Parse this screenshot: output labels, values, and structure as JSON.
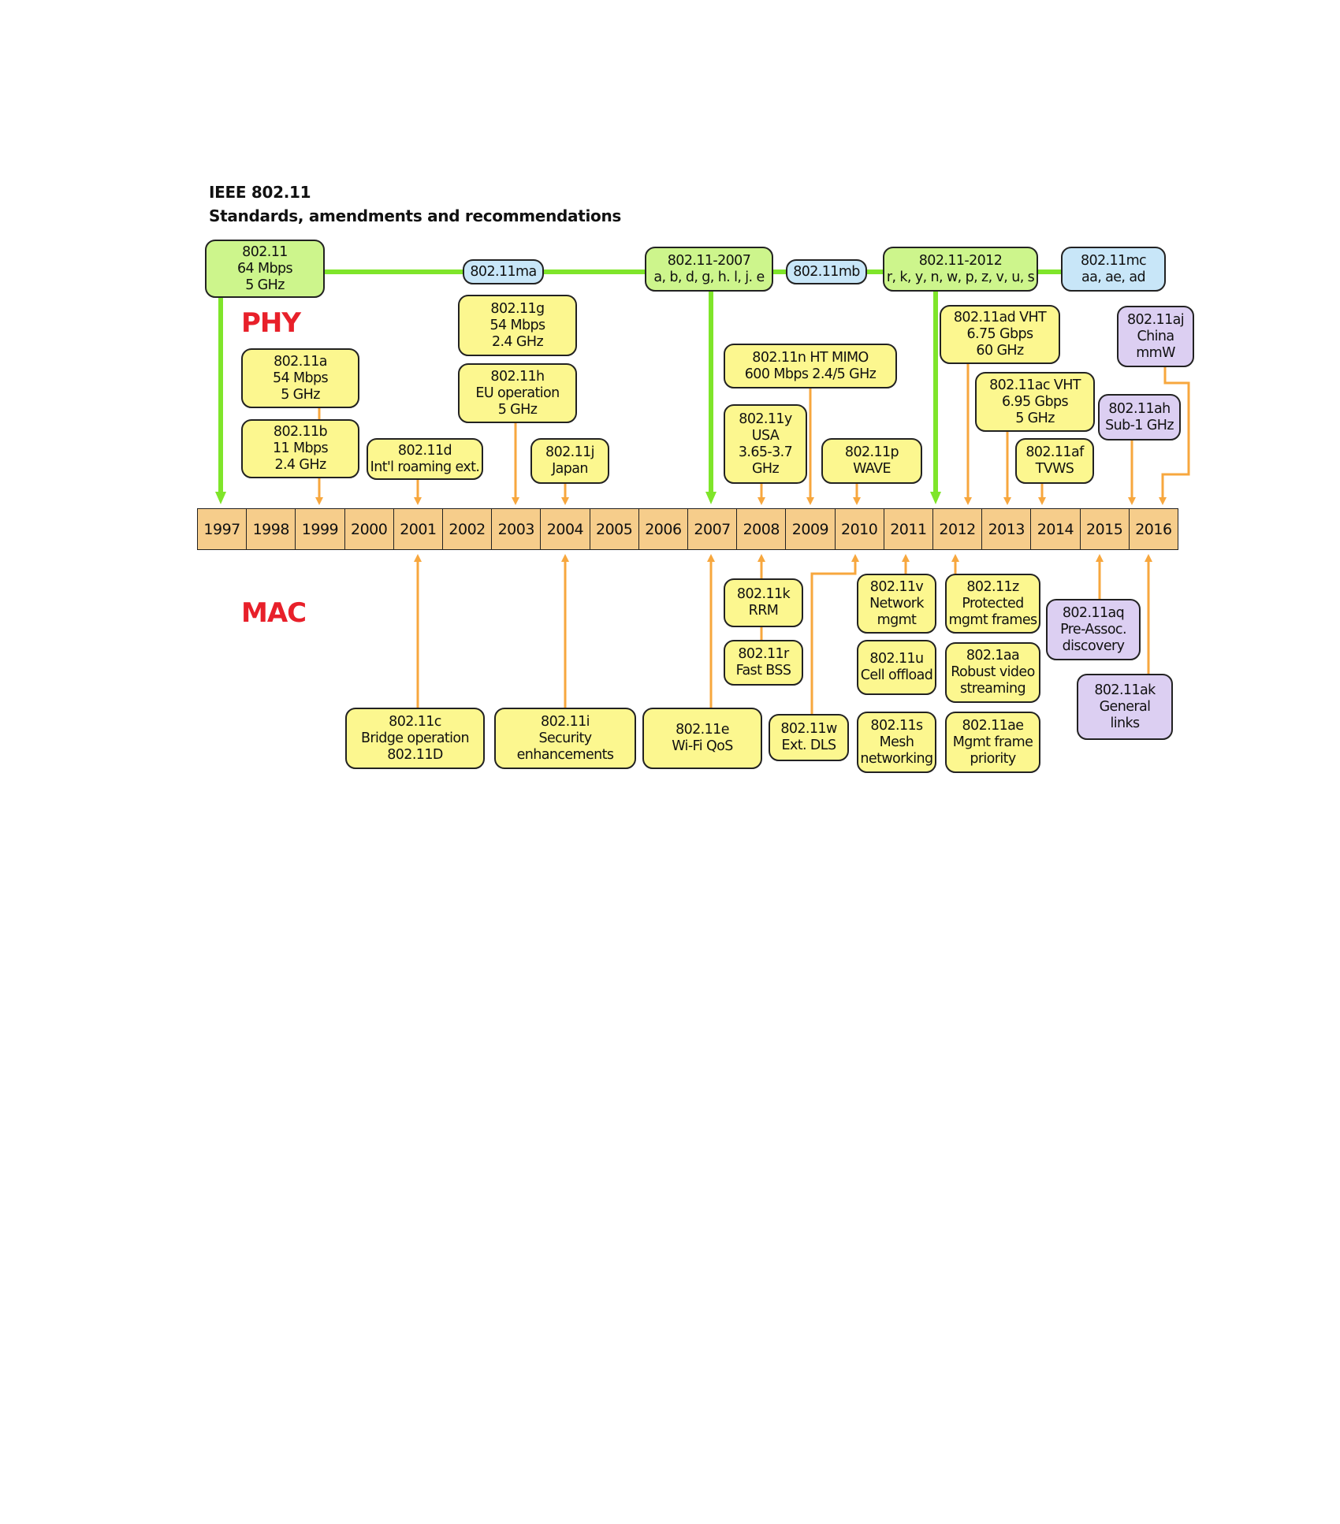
{
  "title": {
    "line1": "IEEE 802.11",
    "line2": "Standards, amendments and recommendations"
  },
  "section_labels": {
    "phy": "PHY",
    "mac": "MAC"
  },
  "colors": {
    "year_fill": "#f6cd8b",
    "yellow_box": "#fcf78f",
    "green_box": "#cdf58c",
    "blue_box": "#c8e6f8",
    "purple_box": "#dccff2",
    "green_line": "#7fe52a",
    "orange_line": "#f7a73e",
    "label_red": "#e8202a"
  },
  "years": [
    "1997",
    "1998",
    "1999",
    "2000",
    "2001",
    "2002",
    "2003",
    "2004",
    "2005",
    "2006",
    "2007",
    "2008",
    "2009",
    "2010",
    "2011",
    "2012",
    "2013",
    "2014",
    "2015",
    "2016"
  ],
  "boxes": {
    "s80211": {
      "lines": [
        "802.11",
        "64 Mbps",
        "5 GHz"
      ]
    },
    "s80211ma": {
      "lines": [
        "802.11ma"
      ]
    },
    "s2007": {
      "lines": [
        "802.11-2007",
        "a, b, d, g, h. l, j. e"
      ]
    },
    "s80211mb": {
      "lines": [
        "802.11mb"
      ]
    },
    "s2012": {
      "lines": [
        "802.11-2012",
        "r, k, y, n, w, p, z, v, u, s"
      ]
    },
    "s80211mc": {
      "lines": [
        "802.11mc",
        "aa, ae, ad"
      ]
    },
    "s80211a": {
      "lines": [
        "802.11a",
        "54 Mbps",
        "5 GHz"
      ]
    },
    "s80211b": {
      "lines": [
        "802.11b",
        "11 Mbps",
        "2.4 GHz"
      ]
    },
    "s80211d": {
      "lines": [
        "802.11d",
        "Int'l roaming ext."
      ]
    },
    "s80211g": {
      "lines": [
        "802.11g",
        "54 Mbps",
        "2.4 GHz"
      ]
    },
    "s80211h": {
      "lines": [
        "802.11h",
        "EU operation",
        "5 GHz"
      ]
    },
    "s80211j": {
      "lines": [
        "802.11j",
        "Japan"
      ]
    },
    "s80211n": {
      "lines": [
        "802.11n HT MIMO",
        "600 Mbps 2.4/5 GHz"
      ]
    },
    "s80211y": {
      "lines": [
        "802.11y",
        "USA",
        "3.65-3.7",
        "GHz"
      ]
    },
    "s80211p": {
      "lines": [
        "802.11p",
        "WAVE"
      ]
    },
    "s80211ad": {
      "lines": [
        "802.11ad VHT",
        "6.75 Gbps",
        "60 GHz"
      ]
    },
    "s80211ac": {
      "lines": [
        "802.11ac VHT",
        "6.95 Gbps",
        "5 GHz"
      ]
    },
    "s80211af": {
      "lines": [
        "802.11af",
        "TVWS"
      ]
    },
    "s80211aj": {
      "lines": [
        "802.11aj",
        "China",
        "mmW"
      ]
    },
    "s80211ah": {
      "lines": [
        "802.11ah",
        "Sub-1 GHz"
      ]
    },
    "s80211c": {
      "lines": [
        "802.11c",
        "Bridge operation",
        "802.11D"
      ]
    },
    "s80211i": {
      "lines": [
        "802.11i",
        "Security",
        "enhancements"
      ]
    },
    "s80211e": {
      "lines": [
        "802.11e",
        "Wi-Fi QoS"
      ]
    },
    "s80211k": {
      "lines": [
        "802.11k",
        "RRM"
      ]
    },
    "s80211r": {
      "lines": [
        "802.11r",
        "Fast BSS"
      ]
    },
    "s80211w": {
      "lines": [
        "802.11w",
        "Ext. DLS"
      ]
    },
    "s80211v": {
      "lines": [
        "802.11v",
        "Network",
        "mgmt"
      ]
    },
    "s80211u": {
      "lines": [
        "802.11u",
        "Cell offload"
      ]
    },
    "s80211s": {
      "lines": [
        "802.11s",
        "Mesh",
        "networking"
      ]
    },
    "s80211z": {
      "lines": [
        "802.11z",
        "Protected",
        "mgmt frames"
      ]
    },
    "s80211aa": {
      "lines": [
        "802.1aa",
        "Robust video",
        "streaming"
      ]
    },
    "s80211ae": {
      "lines": [
        "802.11ae",
        "Mgmt frame",
        "priority"
      ]
    },
    "s80211aq": {
      "lines": [
        "802.11aq",
        "Pre-Assoc.",
        "discovery"
      ]
    },
    "s80211ak": {
      "lines": [
        "802.11ak",
        "General",
        "links"
      ]
    }
  }
}
